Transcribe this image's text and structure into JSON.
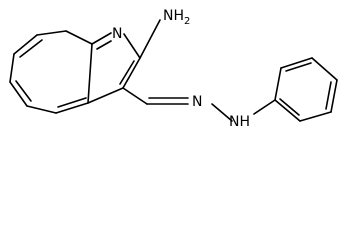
{
  "labels": {
    "ring_n": "N",
    "amine_nh": "NH",
    "amine_h2": "2",
    "hydrazone_n": "N",
    "hydrazone_nh": "NH"
  }
}
